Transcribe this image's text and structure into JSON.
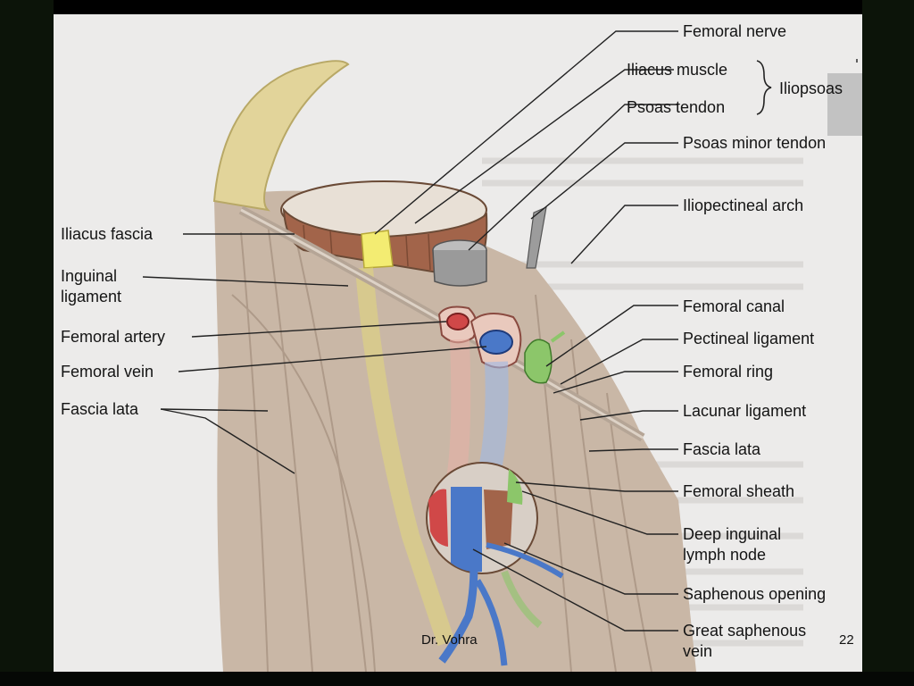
{
  "labels": {
    "femoral_nerve": "Femoral nerve",
    "iliacus_muscle": "Iliacus muscle",
    "psoas_tendon": "Psoas tendon",
    "iliopsoas": "Iliopsoas",
    "psoas_minor_tendon": "Psoas minor tendon",
    "iliopectineal_arch": "Iliopectineal arch",
    "iliacus_fascia": "Iliacus fascia",
    "inguinal_ligament": "Inguinal\nligament",
    "femoral_canal": "Femoral canal",
    "pectineal_ligament": "Pectineal ligament",
    "femoral_artery": "Femoral artery",
    "femoral_ring": "Femoral ring",
    "femoral_vein": "Femoral vein",
    "lacunar_ligament": "Lacunar ligament",
    "fascia_lata_left": "Fascia lata",
    "fascia_lata_right": "Fascia lata",
    "femoral_sheath": "Femoral sheath",
    "deep_inguinal_lymph_node": "Deep inguinal\nlymph node",
    "saphenous_opening": "Saphenous opening",
    "great_saphenous_vein": "Great saphenous\nvein"
  },
  "footer": {
    "author": "Dr. Vohra",
    "page": "22"
  },
  "colors": {
    "frame": "#0c1409",
    "slide_background": "#ecebea",
    "muscle": "#c9b7a6",
    "iliacus_cut": "#a2644a",
    "psoas_tendon": "#9a9a9a",
    "nerve": "#e8e070",
    "artery": "#d04848",
    "vein": "#4a78c8",
    "lymph_node": "#8cc66a",
    "bone": "#e2d49a"
  }
}
